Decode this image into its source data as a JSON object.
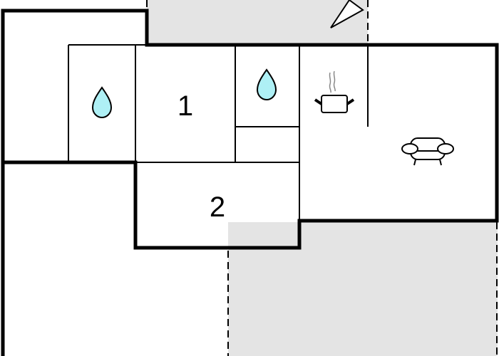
{
  "diagram": {
    "type": "floor-plan",
    "colors": {
      "wall": "#000000",
      "outdoor_area": "#e4e4e4",
      "water_icon": "#aef0f5",
      "background": "#ffffff"
    },
    "rooms": [
      {
        "id": "bathroom-1",
        "icon": "water-drop-icon"
      },
      {
        "id": "bedroom-1",
        "label": "1"
      },
      {
        "id": "bathroom-2",
        "icon": "water-drop-icon"
      },
      {
        "id": "storage"
      },
      {
        "id": "kitchen",
        "icon": "cooking-pot-icon"
      },
      {
        "id": "living-room",
        "icon": "sofa-icon"
      },
      {
        "id": "bedroom-2",
        "label": "2"
      }
    ],
    "outdoor_areas": [
      "terrace-top",
      "terrace-bottom-right"
    ],
    "compass": {
      "icon": "north-arrow-icon"
    }
  }
}
